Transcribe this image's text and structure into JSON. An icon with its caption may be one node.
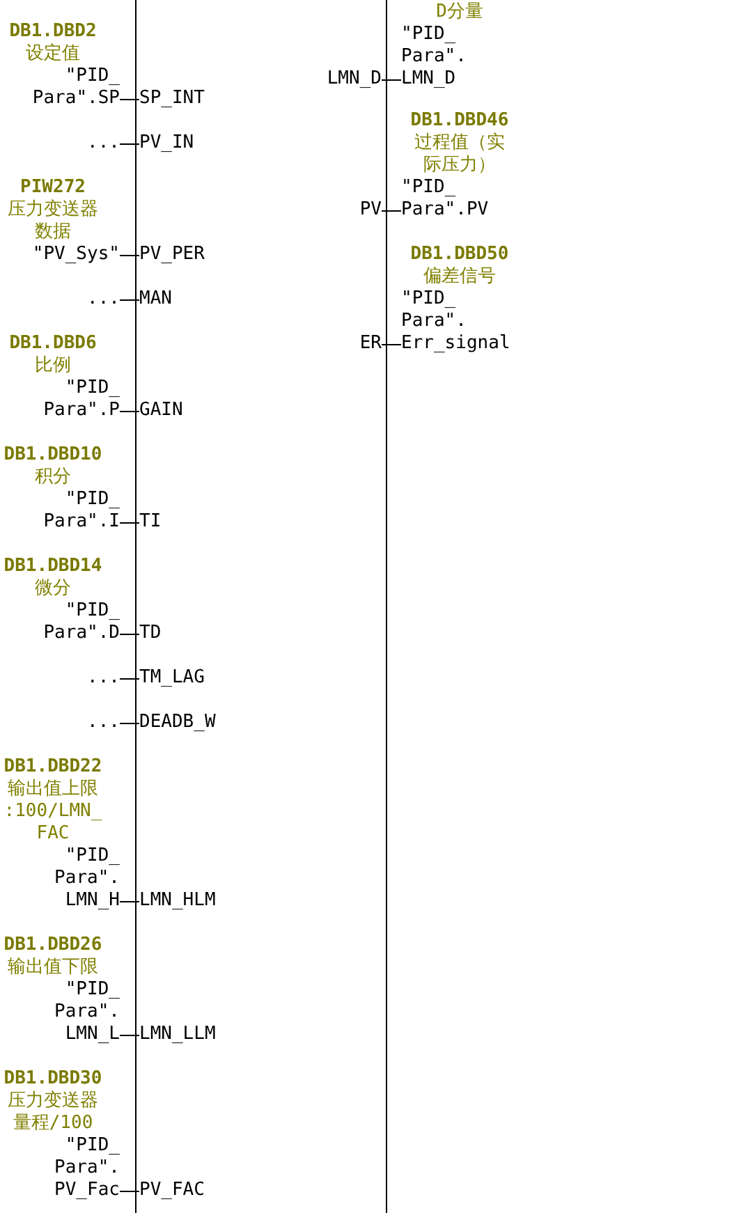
{
  "diagram": {
    "nodes": [
      {
        "text": [],
        "shape": "box"
      },
      {
        "text": [
          "SP_INT"
        ],
        "in": 0
      },
      {
        "text": [
          "PV_IN"
        ],
        "in": 0
      },
      {
        "text": [
          "PV_PER"
        ],
        "in": 0
      },
      {
        "text": [
          "MAN"
        ],
        "in": 0
      },
      {
        "text": [
          "GAIN"
        ],
        "in": 0
      },
      {
        "text": [
          "TI"
        ],
        "in": 0
      },
      {
        "text": [
          "TD"
        ],
        "in": 0
      },
      {
        "text": [
          "TM_LAG"
        ],
        "in": 0
      },
      {
        "text": [
          "DEADB_W"
        ],
        "in": 0
      },
      {
        "text": [
          "LMN_HLM"
        ],
        "in": 0
      },
      {
        "text": [
          "LMN_LLM"
        ],
        "in": 0
      },
      {
        "text": [
          "PV_FAC"
        ],
        "in": 0
      },
      {
        "text": [
          "LMN_D"
        ],
        "in": 0
      },
      {
        "text": [
          "PV"
        ],
        "in": 0
      },
      {
        "text": [
          "ER"
        ],
        "in": 0
      },
      {
        "text": [
          "DB1.DBD2",
          "设定值",
          "\"PID_ Para\".SP"
        ]
      },
      {
        "text": [
          "..."
        ]
      },
      {
        "text": [
          "PIW272",
          "压力变送器数据",
          "\"PV_Sys\""
        ]
      },
      {
        "text": [
          "..."
        ]
      },
      {
        "text": [
          "DB1.DBD6",
          "比例",
          "\"PID_ Para\".P"
        ]
      },
      {
        "text": [
          "DB1.DBD10",
          "积分",
          "\"PID_ Para\".I"
        ]
      },
      {
        "text": [
          "DB1.DBD14",
          "微分",
          "\"PID_ Para\".D"
        ]
      },
      {
        "text": [
          "..."
        ]
      },
      {
        "text": [
          "..."
        ]
      },
      {
        "text": [
          "DB1.DBD22",
          "输出值上限 :100/LMN_ FAC",
          "\"PID_ Para\". LMN_H"
        ]
      },
      {
        "text": [
          "DB1.DBD26",
          "输出值下限",
          "\"PID_ Para\". LMN_L"
        ]
      },
      {
        "text": [
          "DB1.DBD30",
          "压力变送器量程/100",
          "\"PID_ Para\". PV_Fac"
        ]
      },
      {
        "text": [
          "D分量",
          "\"PID_ Para\". LMN_D"
        ]
      },
      {
        "text": [
          "DB1.DBD46",
          "过程值（实际压力）",
          "\"PID_ Para\".PV"
        ]
      },
      {
        "text": [
          "DB1.DBD50",
          "偏差信号",
          "\"PID_ Para\". Err_signal"
        ]
      }
    ],
    "edges": [
      {
        "from": 16,
        "to": 1,
        "arrow": "none"
      },
      {
        "from": 17,
        "to": 2,
        "arrow": "none"
      },
      {
        "from": 18,
        "to": 3,
        "arrow": "none"
      },
      {
        "from": 19,
        "to": 4,
        "arrow": "none"
      },
      {
        "from": 20,
        "to": 5,
        "arrow": "none"
      },
      {
        "from": 21,
        "to": 6,
        "arrow": "none"
      },
      {
        "from": 22,
        "to": 7,
        "arrow": "none"
      },
      {
        "from": 23,
        "to": 8,
        "arrow": "none"
      },
      {
        "from": 24,
        "to": 9,
        "arrow": "none"
      },
      {
        "from": 25,
        "to": 10,
        "arrow": "none"
      },
      {
        "from": 26,
        "to": 11,
        "arrow": "none"
      },
      {
        "from": 27,
        "to": 12,
        "arrow": "none"
      },
      {
        "from": 13,
        "to": 28,
        "arrow": "none"
      },
      {
        "from": 14,
        "to": 29,
        "arrow": "none"
      },
      {
        "from": 15,
        "to": 30,
        "arrow": "none"
      }
    ]
  }
}
